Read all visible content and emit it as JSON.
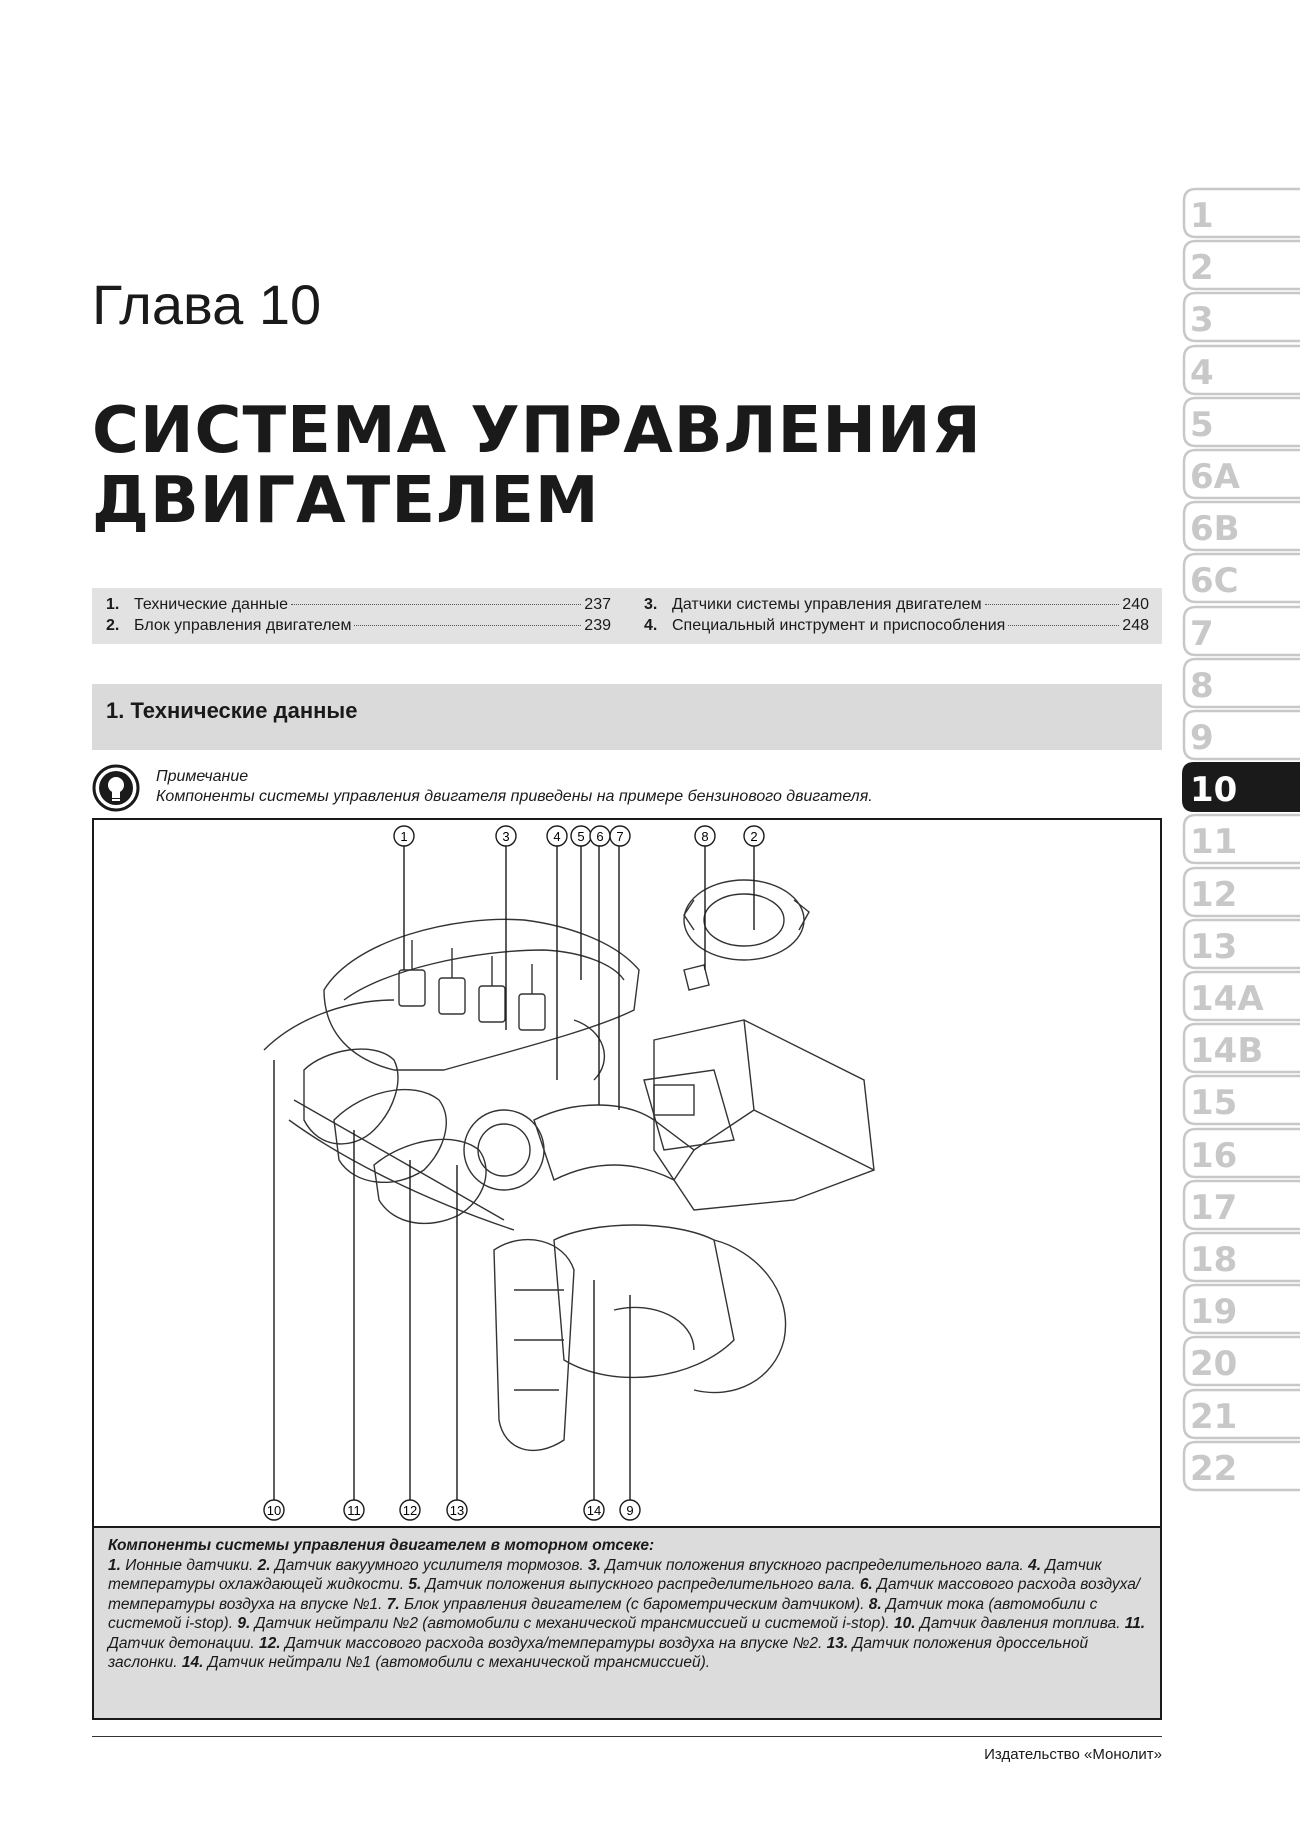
{
  "chapter_label": "Глава 10",
  "title_lines": [
    "СИСТЕМА УПРАВЛЕНИЯ",
    "ДВИГАТЕЛЕМ"
  ],
  "toc": [
    {
      "num": "1.",
      "text": "Технические данные",
      "page": "237"
    },
    {
      "num": "2.",
      "text": "Блок управления двигателем",
      "page": "239"
    },
    {
      "num": "3.",
      "text": "Датчики системы управления двигателем",
      "page": "240"
    },
    {
      "num": "4.",
      "text": "Специальный инструмент и приспособления",
      "page": "248"
    }
  ],
  "section_title": "1. Технические данные",
  "note": {
    "heading": "Примечание",
    "text": "Компоненты системы управления двигателя приведены на примере бензинового двигателя."
  },
  "figure": {
    "callouts": [
      "1",
      "3",
      "4",
      "5",
      "6",
      "7",
      "8",
      "2",
      "10",
      "11",
      "12",
      "13",
      "14",
      "9"
    ]
  },
  "caption": {
    "heading": "Компоненты системы управления двигателем в моторном отсеке:",
    "items": [
      {
        "n": "1.",
        "t": " Ионные датчики. "
      },
      {
        "n": "2.",
        "t": " Датчик вакуумного усилителя тормозов. "
      },
      {
        "n": "3.",
        "t": " Датчик положения впускного распределительного вала. "
      },
      {
        "n": "4.",
        "t": " Датчик температуры охлаждающей жидкости. "
      },
      {
        "n": "5.",
        "t": " Датчик положения выпускного распределительного вала. "
      },
      {
        "n": "6.",
        "t": " Датчик массового расхода воздуха/температуры воздуха на впуске №1. "
      },
      {
        "n": "7.",
        "t": " Блок управления двигателем (с барометрическим датчиком). "
      },
      {
        "n": "8.",
        "t": " Датчик тока (автомобили с системой i-stop). "
      },
      {
        "n": "9.",
        "t": " Датчик нейтрали №2 (автомобили с механической трансмиссией и системой i-stop). "
      },
      {
        "n": "10.",
        "t": " Датчик давления топлива. "
      },
      {
        "n": "11.",
        "t": " Датчик детонации. "
      },
      {
        "n": "12.",
        "t": " Датчик массового расхода воздуха/температуры воздуха на впуске №2. "
      },
      {
        "n": "13.",
        "t": " Датчик положения дроссельной заслонки. "
      },
      {
        "n": "14.",
        "t": " Датчик нейтрали №1 (автомобили с механической трансмиссией)."
      }
    ]
  },
  "publisher": "Издательство «Монолит»",
  "tabs": [
    "1",
    "2",
    "3",
    "4",
    "5",
    "6A",
    "6B",
    "6C",
    "7",
    "8",
    "9",
    "10",
    "11",
    "12",
    "13",
    "14A",
    "14B",
    "15",
    "16",
    "17",
    "18",
    "19",
    "20",
    "21",
    "22"
  ],
  "active_tab": "10",
  "colors": {
    "tab_active_bg": "#1a1a1a",
    "tab_inactive_text": "#c8c8c8",
    "box_grey": "#e2e2e2"
  }
}
